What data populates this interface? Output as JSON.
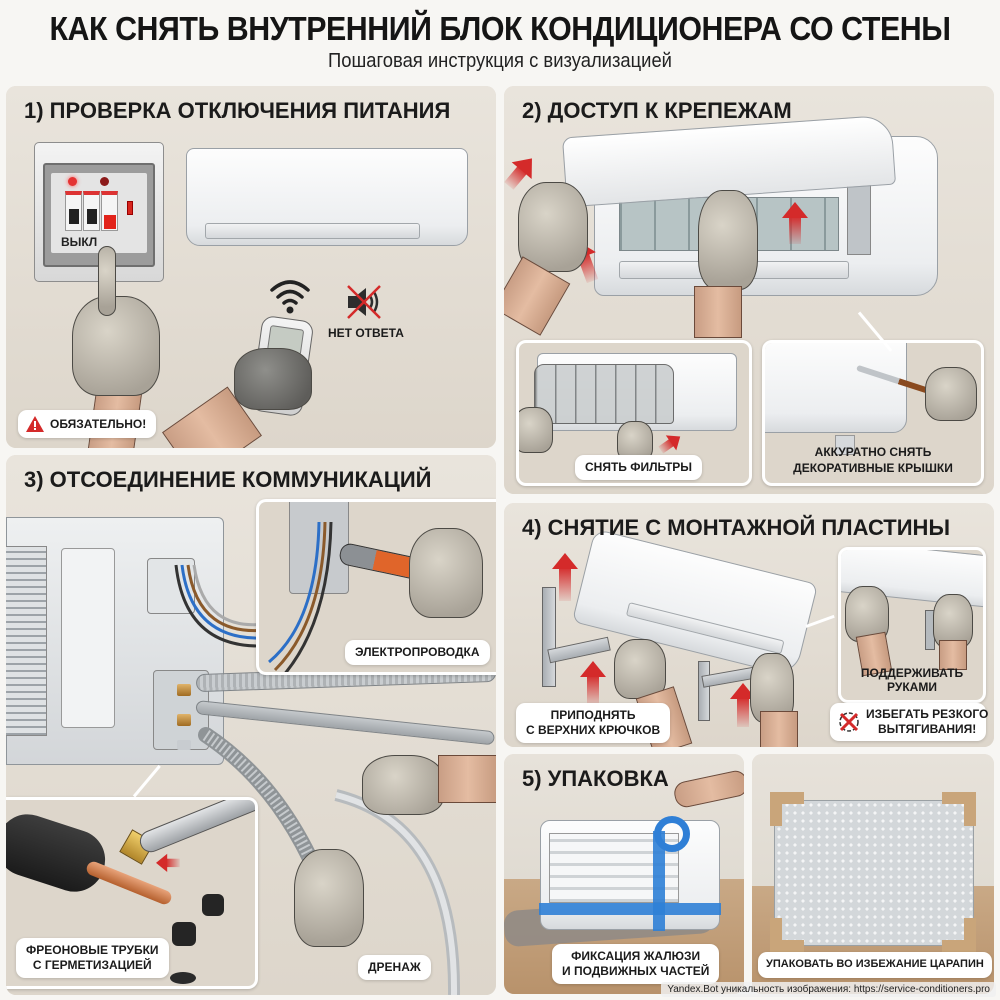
{
  "header": {
    "title": "КАК СНЯТЬ ВНУТРЕННИЙ БЛОК КОНДИЦИОНЕРА СО СТЕНЫ",
    "subtitle": "Пошаговая инструкция с визуализацией"
  },
  "steps": [
    {
      "number": 1,
      "title": "1) ПРОВЕРКА ОТКЛЮЧЕНИЯ ПИТАНИЯ",
      "breaker_label": "ВЫКЛ",
      "no_response_label": "НЕТ ОТВЕТА",
      "warning_label": "ОБЯЗАТЕЛЬНО!",
      "icons": [
        "electrical-panel-icon",
        "wifi-signal-icon",
        "muted-speaker-icon",
        "warning-triangle-icon"
      ]
    },
    {
      "number": 2,
      "title": "2) ДОСТУП К КРЕПЕЖАМ",
      "insets": [
        {
          "label": "СНЯТЬ ФИЛЬТРЫ"
        },
        {
          "label_line1": "АККУРАТНО СНЯТЬ",
          "label_line2": "ДЕКОРАТИВНЫЕ КРЫШКИ"
        }
      ]
    },
    {
      "number": 3,
      "title": "3) ОТСОЕДИНЕНИЕ КОММУНИКАЦИЙ",
      "labels": {
        "wiring": "ЭЛЕКТРОПРОВОДКА",
        "freon_line1": "ФРЕОНОВЫЕ ТРУБКИ",
        "freon_line2": "С ГЕРМЕТИЗАЦИЕЙ",
        "drain": "ДРЕНАЖ"
      }
    },
    {
      "number": 4,
      "title": "4) СНЯТИЕ С МОНТАЖНОЙ ПЛАСТИНЫ",
      "labels": {
        "lift_line1": "ПРИПОДНЯТЬ",
        "lift_line2": "С ВЕРХНИХ КРЮЧКОВ",
        "support_line1": "ПОДДЕРЖИВАТЬ",
        "support_line2": "РУКАМИ",
        "avoid_line1": "ИЗБЕГАТЬ РЕЗКОГО",
        "avoid_line2": "ВЫТЯГИВАНИЯ!"
      }
    },
    {
      "number": 5,
      "title": "5) УПАКОВКА",
      "labels": {
        "fix_line1": "ФИКСАЦИЯ ЖАЛЮЗИ",
        "fix_line2": "И ПОДВИЖНЫХ ЧАСТЕЙ",
        "wrap": "УПАКОВАТЬ ВО ИЗБЕЖАНИЕ ЦАРАПИН"
      }
    }
  ],
  "watermark": "Yandex.Bot уникальность изображения: https://service-conditioners.pro",
  "colors": {
    "panel_bg": "#e3ddd4",
    "page_bg": "#f7f6f3",
    "accent_red": "#d42a2a",
    "tape_blue": "#2f7fd6",
    "cardboard": "#c9a57a"
  }
}
